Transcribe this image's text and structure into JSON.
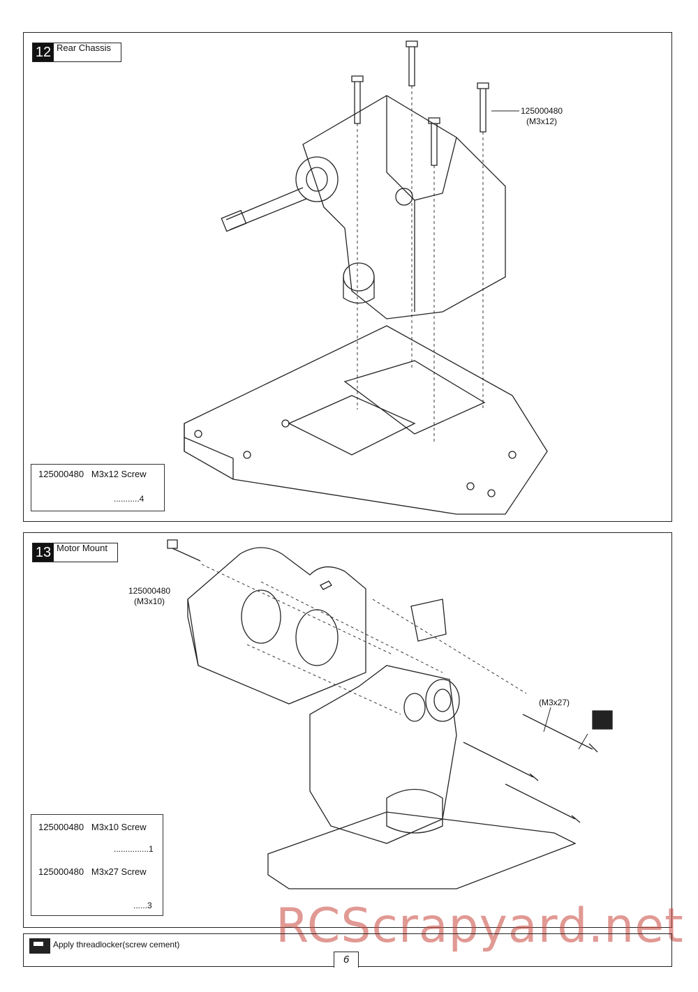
{
  "step12": {
    "number": "12",
    "title": "Rear Chassis",
    "callout": {
      "part": "125000480",
      "size": "(M3x12)"
    },
    "parts": {
      "part": "125000480",
      "name": "M3x12 Screw",
      "qty": "...........4"
    }
  },
  "step13": {
    "number": "13",
    "title": "Motor Mount",
    "callout_left": {
      "part": "125000480",
      "size": "(M3x10)"
    },
    "callout_right": {
      "size": "(M3x27)"
    },
    "parts": [
      {
        "part": "125000480",
        "name": "M3x10 Screw",
        "qty": "...............1"
      },
      {
        "part": "125000480",
        "name": "M3x27 Screw",
        "qty": "......3"
      }
    ]
  },
  "footer": {
    "note": "Apply threadlocker(screw cement)",
    "icon": "threadlocker-icon",
    "page": "6"
  },
  "watermark": "RCScrapyard.net"
}
